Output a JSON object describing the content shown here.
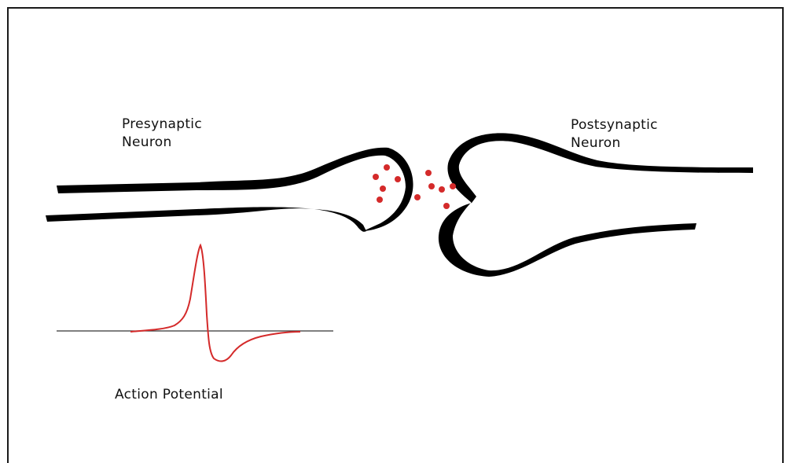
{
  "labels": {
    "presynaptic_line1": "Presynaptic",
    "presynaptic_line2": "Neuron",
    "postsynaptic_line1": "Postsynaptic",
    "postsynaptic_line2": "Neuron",
    "action_potential": "Action Potential"
  },
  "colors": {
    "membrane": "#000000",
    "neurotransmitter": "#d42a2a",
    "trace": "#d42a2a",
    "baseline": "#333333",
    "border": "#1a1a1a"
  }
}
